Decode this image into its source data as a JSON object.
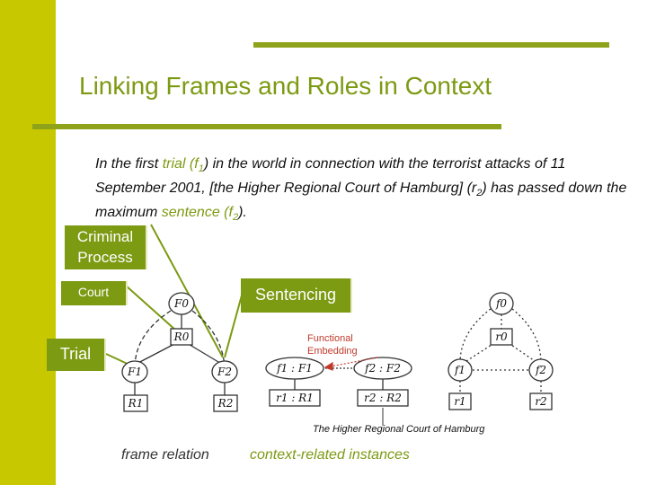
{
  "slide": {
    "title": "Linking Frames and Roles in Context",
    "sentence": {
      "p1": "In the first ",
      "trial": "trial",
      "f1": " (f",
      "f1sub": "1",
      "p2": ") in the world in connection with the terrorist attacks of 11 September 2001, [the Higher Regional Court of Hamburg] (r",
      "r2sub": "2",
      "p3": ") has passed down the maximum ",
      "sentence_word": "sentence",
      "f2": " (f",
      "f2sub": "2",
      "p4": ")."
    },
    "frame_boxes": {
      "criminal_process": "Criminal Process",
      "court": "Court",
      "sentencing": "Sentencing",
      "trial": "Trial"
    },
    "annotations": {
      "functional_embedding": "Functional Embedding",
      "court_name": "The Higher Regional Court of Hamburg"
    },
    "captions": {
      "frame_relation": "frame relation",
      "context_instances": "context-related instances"
    },
    "graph1": {
      "F0": "F0",
      "R0": "R0",
      "F1": "F1",
      "F2": "F2",
      "R1": "R1",
      "R2": "R2"
    },
    "graph2": {
      "f1F1": "f1 : F1",
      "f2F2": "f2 : F2",
      "r1R1": "r1 : R1",
      "r2R2": "r2 : R2"
    },
    "graph3": {
      "f0": "f0",
      "r0": "r0",
      "f1": "f1",
      "f2": "f2",
      "r1": "r1",
      "r2": "r2"
    },
    "colors": {
      "accent": "#7c9a12",
      "side_bar": "#c8c800"
    }
  }
}
